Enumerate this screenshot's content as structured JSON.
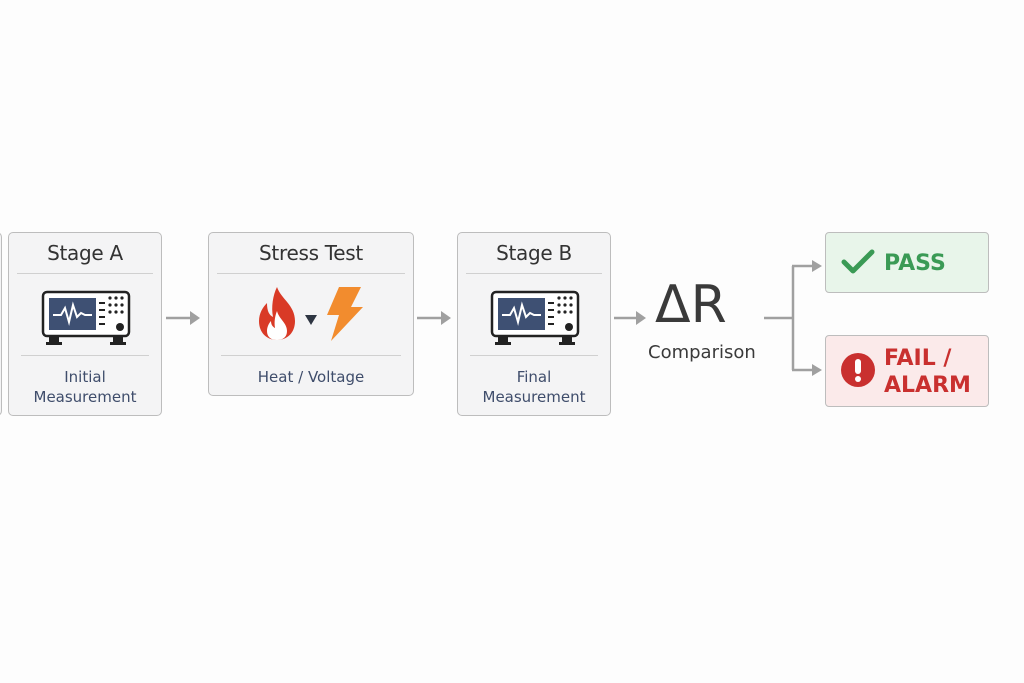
{
  "diagram": {
    "stages": [
      {
        "title": "Stage A",
        "icon": "measurement-instrument-icon",
        "caption_line1": "Initial",
        "caption_line2": "Measurement"
      },
      {
        "title": "Stress Test",
        "icons": [
          "flame-icon",
          "arrow-down-icon",
          "lightning-bolt-icon"
        ],
        "caption_line1": "Heat / Voltage"
      },
      {
        "title": "Stage B",
        "icon": "measurement-instrument-icon",
        "caption_line1": "Final",
        "caption_line2": "Measurement"
      }
    ],
    "comparison": {
      "symbol": "ΔR",
      "label": "Comparison"
    },
    "outcomes": [
      {
        "label": "PASS",
        "icon": "checkmark-icon",
        "color": "#3a9a55",
        "background": "#e8f5ea"
      },
      {
        "label_line1": "FAIL /",
        "label_line2": "ALARM",
        "icon": "exclamation-circle-icon",
        "color": "#c9302f",
        "background": "#fbeaea"
      }
    ]
  },
  "colors": {
    "card_background": "#f4f4f5",
    "card_border": "#bdbdbd",
    "arrow": "#a0a0a0",
    "screen": "#3e5073",
    "flame": "#d93a26",
    "bolt": "#f28c2e",
    "caption_text": "#3f4d6b"
  }
}
